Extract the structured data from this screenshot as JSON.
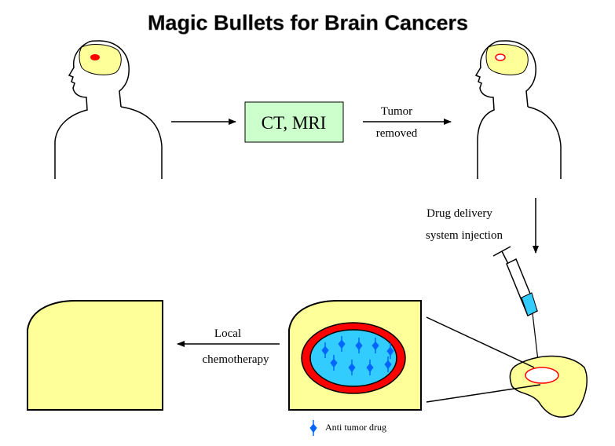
{
  "title": "Magic Bullets for Brain Cancers",
  "imaging_label": "CT, MRI",
  "tumor_removed": {
    "line1": "Tumor",
    "line2": "removed"
  },
  "drug_delivery": {
    "line1": "Drug delivery",
    "line2": "system injection"
  },
  "local_chemo": {
    "line1": "Local",
    "line2": "chemotherapy"
  },
  "legend_label": "Anti tumor drug",
  "colors": {
    "brain": "#ffff99",
    "tumor": "#ff0000",
    "imaging_box": "#ccffcc",
    "cavity": "#33ccff",
    "drug": "#0066ff"
  }
}
